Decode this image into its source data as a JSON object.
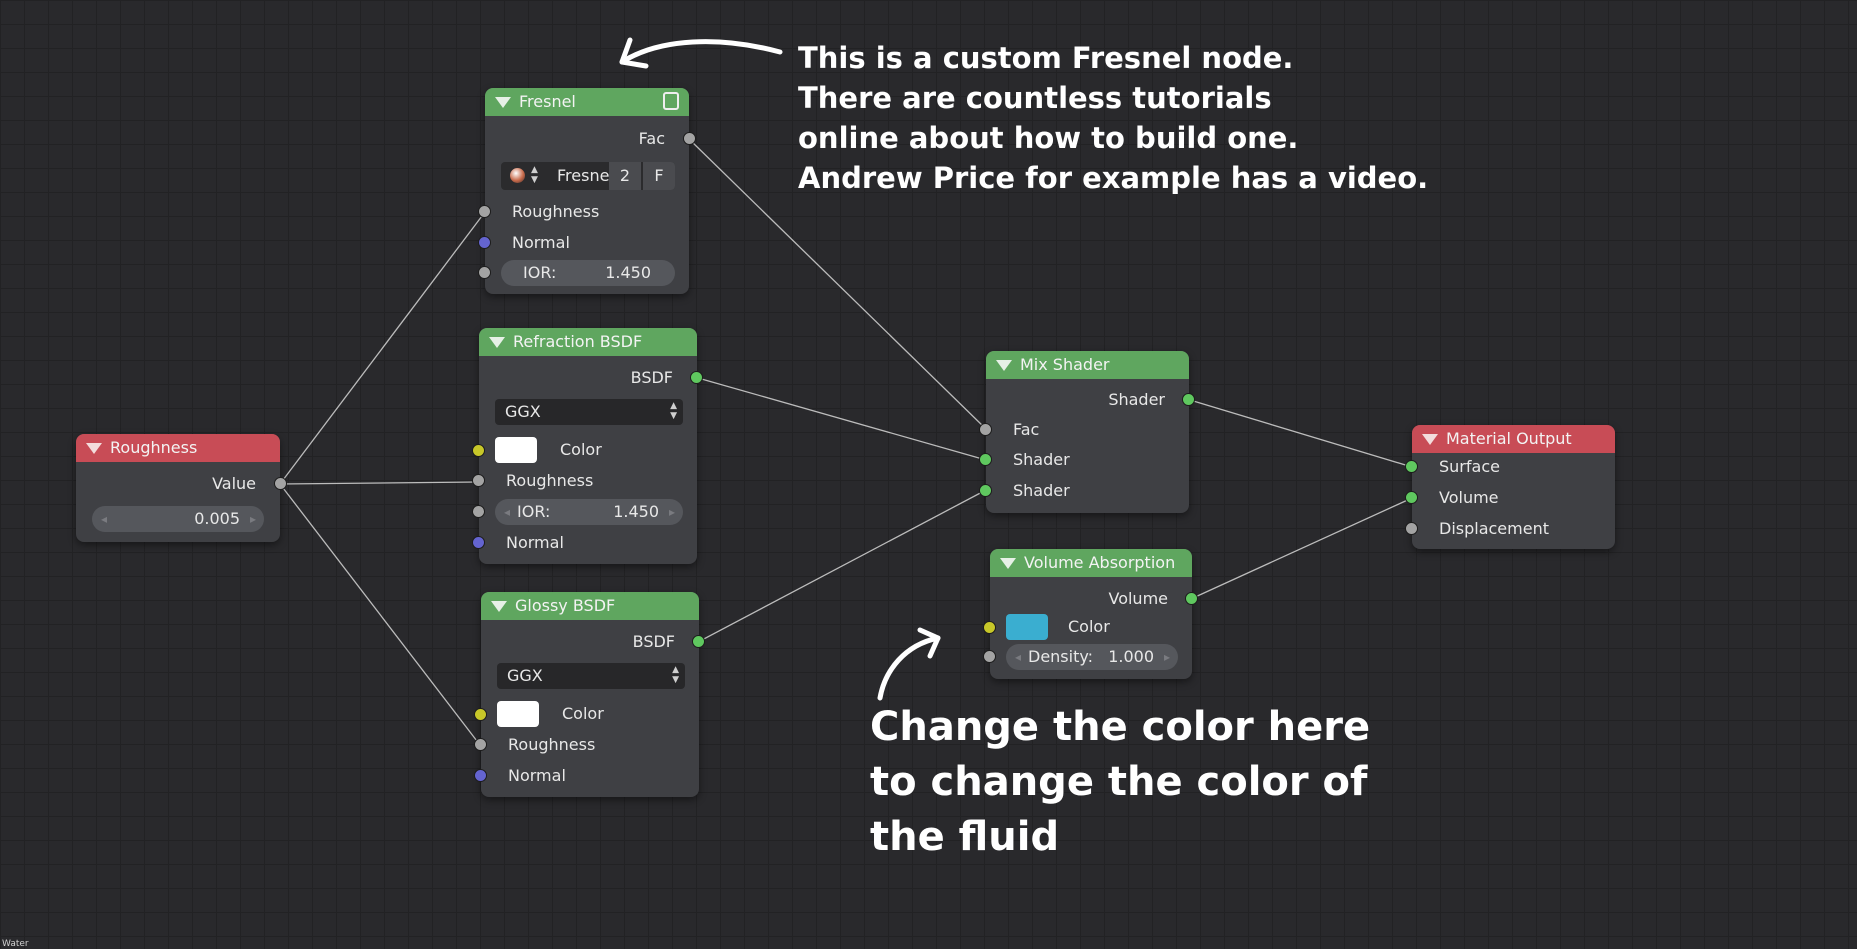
{
  "annotations": {
    "fresnel_note": [
      "This is a custom Fresnel node.",
      "There are countless tutorials",
      "online about how to build one.",
      "Andrew Price for example has a video."
    ],
    "color_note": [
      "Change the color here",
      "to change the color of",
      "the fluid"
    ]
  },
  "footer_label": "Water",
  "colors": {
    "socket_grey": "#a3a3a3",
    "socket_blue": "#6464d0",
    "socket_yellow": "#c7c729",
    "socket_green": "#5fc85f",
    "header_green": "#5fa65f",
    "header_red": "#c84c56",
    "white_swatch": "#ffffff",
    "absorption_color": "#3aaed0"
  },
  "nodes": {
    "fresnel": {
      "title": "Fresnel",
      "output": "Fac",
      "group_name": "Fresne",
      "group_users": "2",
      "fake_user": "F",
      "inputs": [
        "Roughness",
        "Normal"
      ],
      "ior_label": "IOR:",
      "ior_value": "1.450"
    },
    "refraction": {
      "title": "Refraction BSDF",
      "output": "BSDF",
      "distribution": "GGX",
      "color_label": "Color",
      "roughness_label": "Roughness",
      "ior_label": "IOR:",
      "ior_value": "1.450",
      "normal_label": "Normal"
    },
    "glossy": {
      "title": "Glossy BSDF",
      "output": "BSDF",
      "distribution": "GGX",
      "color_label": "Color",
      "roughness_label": "Roughness",
      "normal_label": "Normal"
    },
    "roughness_value": {
      "title": "Roughness",
      "output": "Value",
      "value": "0.005"
    },
    "mix_shader": {
      "title": "Mix Shader",
      "output": "Shader",
      "inputs": [
        "Fac",
        "Shader",
        "Shader"
      ]
    },
    "volume_absorption": {
      "title": "Volume Absorption",
      "output": "Volume",
      "color_label": "Color",
      "density_label": "Density:",
      "density_value": "1.000"
    },
    "material_output": {
      "title": "Material Output",
      "inputs": [
        "Surface",
        "Volume",
        "Displacement"
      ]
    }
  }
}
